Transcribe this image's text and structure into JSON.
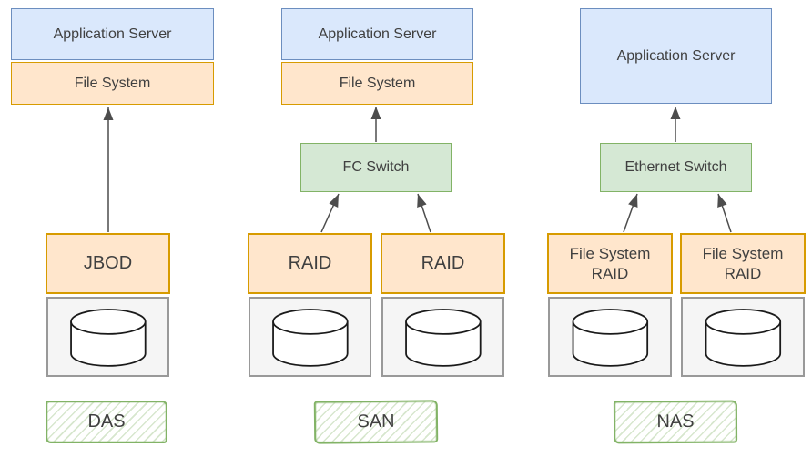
{
  "colors": {
    "server_fill": "#dae8fc",
    "server_stroke": "#6c8ebf",
    "storage_fill": "#ffe6cc",
    "storage_stroke": "#d79b00",
    "switch_fill": "#d5e8d4",
    "switch_stroke": "#82b366",
    "disk_box_fill": "#f5f5f5",
    "disk_box_stroke": "#999999",
    "disk_outline": "#1a1a1a",
    "arrow_color": "#4d4d4d",
    "label_stroke": "#82b366",
    "text_color": "#404040"
  },
  "das": {
    "server": "Application Server",
    "file_system": "File System",
    "storage": "JBOD",
    "label": "DAS"
  },
  "san": {
    "server": "Application Server",
    "file_system": "File System",
    "switch": "FC Switch",
    "storage_1": "RAID",
    "storage_2": "RAID",
    "label": "SAN"
  },
  "nas": {
    "server": "Application Server",
    "switch": "Ethernet Switch",
    "storage_1": "File System\nRAID",
    "storage_2": "File System\nRAID",
    "label": "NAS"
  },
  "icons": {
    "disk": "disk-cylinder-icon"
  }
}
